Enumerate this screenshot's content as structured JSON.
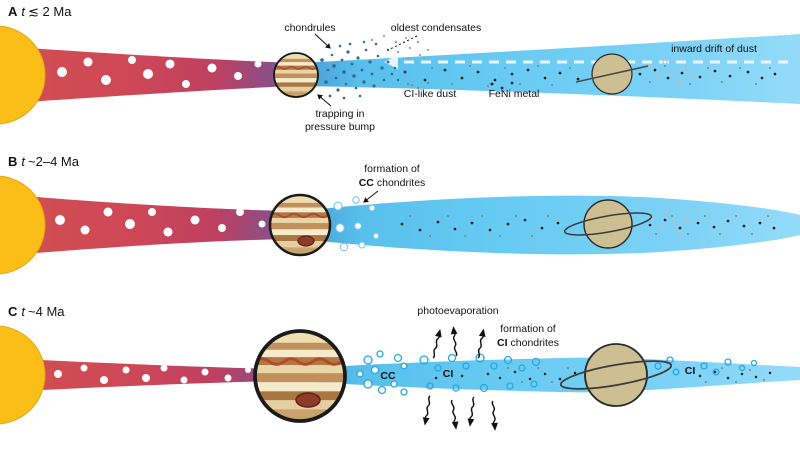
{
  "figure": {
    "panel_a": {
      "letter": "A",
      "time_var": "t",
      "time_rest": "≲ 2 Ma",
      "chondrules": "chondrules",
      "oldest_condensates": "oldest condensates",
      "inward_drift": "inward drift of dust",
      "ci_like_dust": "CI-like dust",
      "feni_metal": "FeNi metal",
      "trapping_1": "trapping in",
      "trapping_2": "pressure bump"
    },
    "panel_b": {
      "letter": "B",
      "time_var": "t",
      "time_rest": "~2–4 Ma",
      "formation_1": "formation of",
      "formation_bold": "CC",
      "formation_2": "chondrites"
    },
    "panel_c": {
      "letter": "C",
      "time_var": "t",
      "time_rest": "~4 Ma",
      "photoevaporation": "photoevaporation",
      "formation_1": "formation of",
      "formation_bold": "CI",
      "formation_2": "chondrites",
      "cc_label": "CC",
      "ci_label_mid": "CI",
      "ci_label_right": "CI"
    },
    "colors": {
      "sun": "#FBBE18",
      "inner_disk_red": "#CE4A55",
      "outer_disk_blue": "#5CC3EF",
      "transition_purple": "#8A4F88",
      "jupiter_band_tan": "#C2905A",
      "jupiter_spot_red": "#8E3B2A",
      "saturn_tan": "#CDBF92",
      "chondrite_blue": "#2AA7DF"
    }
  }
}
